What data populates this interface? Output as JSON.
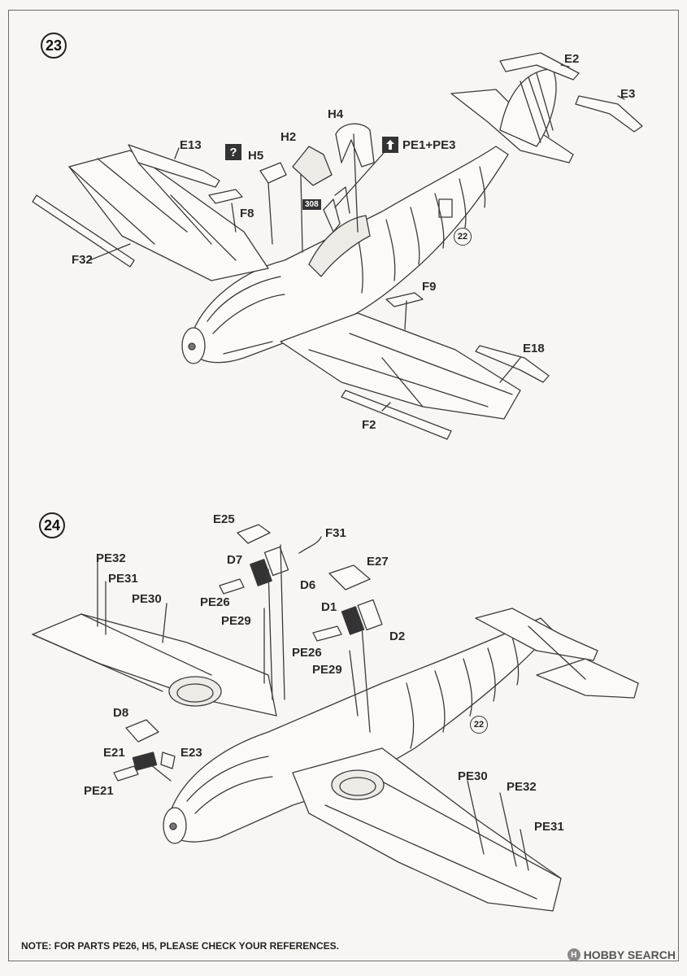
{
  "steps": [
    {
      "number": "23",
      "callouts": {
        "e2": "E2",
        "e3": "E3",
        "e13": "E13",
        "h4": "H4",
        "h2": "H2",
        "h5": "H5",
        "pe1pe3": "PE1+PE3",
        "f8": "F8",
        "f32": "F32",
        "f9": "F9",
        "e18": "E18",
        "f2": "F2"
      },
      "question_icon": "?",
      "arrow_icon": "up-arrow-icon",
      "ref_tag": "308",
      "ref_step": "22"
    },
    {
      "number": "24",
      "callouts": {
        "e25": "E25",
        "f31": "F31",
        "d7": "D7",
        "d6": "D6",
        "e27": "E27",
        "pe32": "PE32",
        "pe31": "PE31",
        "pe30": "PE30",
        "pe26": "PE26",
        "d1": "D1",
        "d2": "D2",
        "pe29": "PE29",
        "pe26b": "PE26",
        "pe29b": "PE29",
        "d8": "D8",
        "e21": "E21",
        "e23": "E23",
        "pe21": "PE21",
        "pe30b": "PE30",
        "pe32b": "PE32",
        "pe31b": "PE31"
      },
      "ref_step": "22"
    }
  ],
  "note": "NOTE: FOR PARTS PE26, H5, PLEASE CHECK YOUR REFERENCES.",
  "watermark": {
    "brand": "HOBBY SEARCH",
    "logo_glyph": "H"
  }
}
